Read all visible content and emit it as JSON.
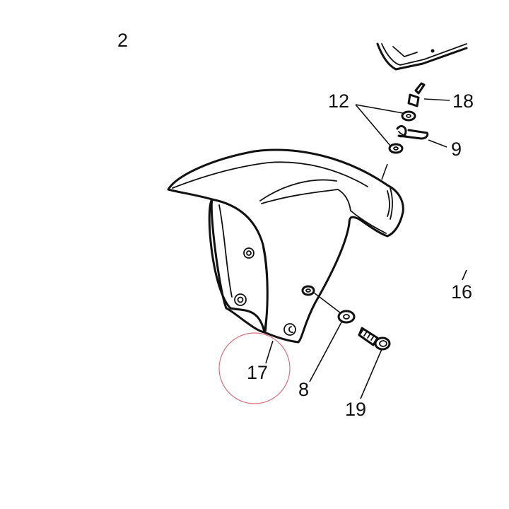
{
  "diagram": {
    "callouts": [
      {
        "id": "17",
        "label": "17"
      },
      {
        "id": "8",
        "label": "8"
      },
      {
        "id": "19",
        "label": "19"
      },
      {
        "id": "12",
        "label": "12"
      },
      {
        "id": "9",
        "label": "9"
      },
      {
        "id": "18",
        "label": "18"
      },
      {
        "id": "16",
        "label": "16"
      },
      {
        "id": "2",
        "label": "2"
      }
    ],
    "highlight_color": "#d9707a",
    "line_color": "#111111"
  }
}
